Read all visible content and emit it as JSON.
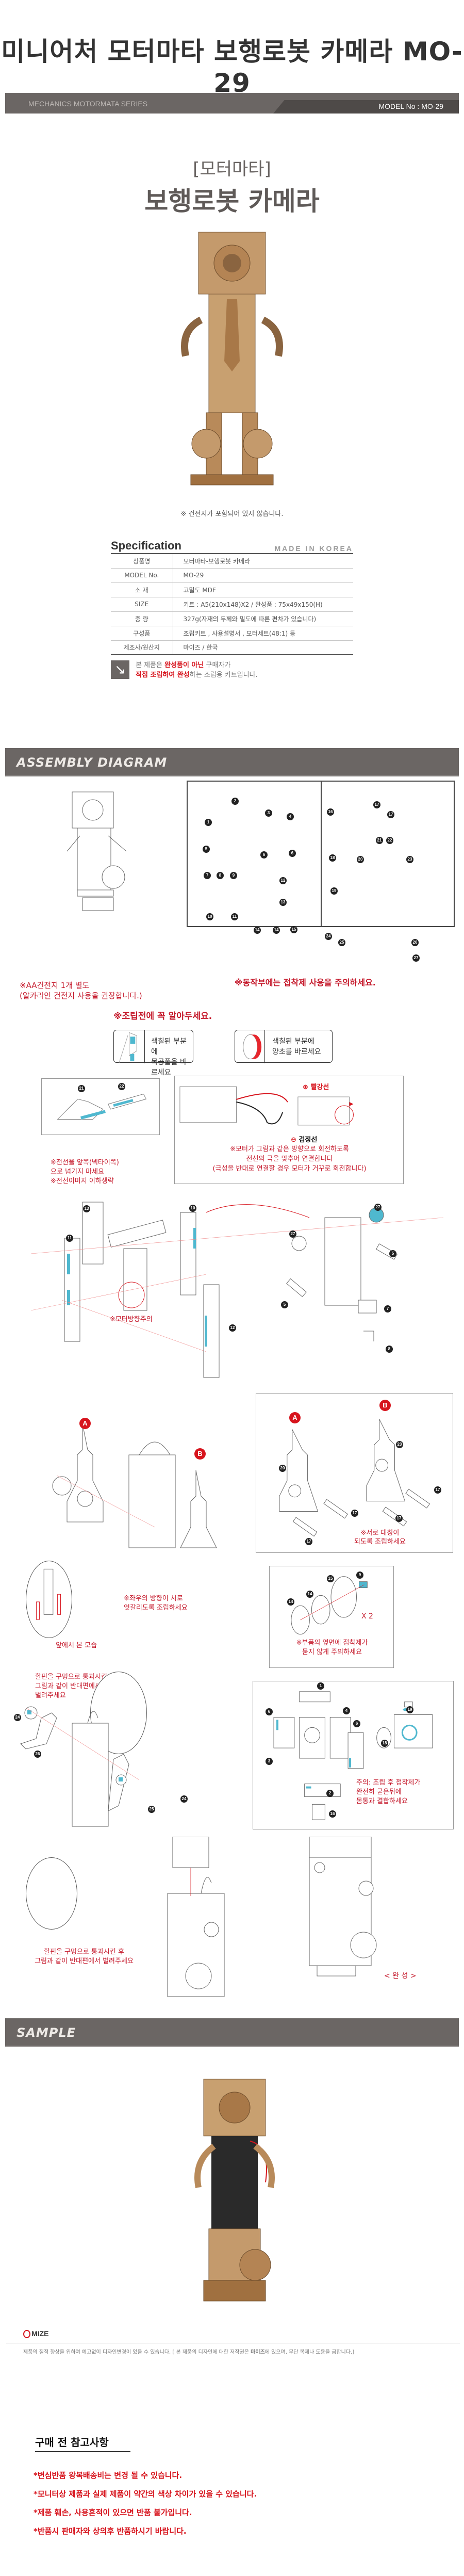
{
  "header": {
    "title": "미니어처 모터마타 보행로봇 카메라 MO-29",
    "series": "MECHANICS MOTORMATA SERIES",
    "model_label": "MODEL No : MO-29"
  },
  "hero": {
    "category": "[모터마타]",
    "product_name": "보행로봇 카메라",
    "battery_note": "※ 건전지가 포함되어 있지 않습니다."
  },
  "spec": {
    "title": "Specification",
    "made_in": "MADE IN KOREA",
    "rows": [
      {
        "key": "상품명",
        "value": "모터마타-보행로봇 카메라"
      },
      {
        "key": "MODEL No.",
        "value": "MO-29"
      },
      {
        "key": "소 재",
        "value": "고밀도 MDF"
      },
      {
        "key": "SIZE",
        "value": "키트 : A5(210x148)X2 / 완성품 : 75x49x150(H)"
      },
      {
        "key": "중 량",
        "value": "327g(자재의 두께와 밀도에 따른 편차가 있습니다)"
      },
      {
        "key": "구성품",
        "value": "조립키트 , 사용설명서 , 모터세트(48:1) 등"
      },
      {
        "key": "제조사/원산지",
        "value": "마이즈 / 한국"
      }
    ],
    "kit_note": {
      "line1_a": "본 제품은 ",
      "line1_red": "완성품이 아닌",
      "line1_b": " 구매자가",
      "line2_red": "직접 조립하여 완성",
      "line2_b": "하는 조립용 키트입니다."
    }
  },
  "assembly": {
    "section_title": "ASSEMBLY DIAGRAM",
    "battery_note_1": "※AA건전지 1개 별도",
    "battery_note_2": "(알카라인 건전지 사용을 권장합니다.)",
    "glue_warning": "※동작부에는 접착제 사용을 주의하세요.",
    "parts_left": [
      "1",
      "2",
      "3",
      "4",
      "5",
      "6",
      "6",
      "7",
      "8",
      "9",
      "10",
      "11",
      "12",
      "13",
      "14",
      "14",
      "15"
    ],
    "parts_right": [
      "16",
      "17",
      "17",
      "18",
      "19",
      "20",
      "21",
      "22",
      "23",
      "24",
      "25",
      "26",
      "27"
    ],
    "before_title": "※조립전에 꼭 알아두세요.",
    "tips": [
      {
        "line1": "색칠된 부분에",
        "line2": "목공풀을 바르세요"
      },
      {
        "line1": "색칠된 부분에",
        "line2": "양초를 바르세요"
      }
    ],
    "wire": {
      "plus": "빨강선",
      "minus": "검정선",
      "note1": "※모터가 그림과 같은 방향으로 회전하도록",
      "note2": "전선의 극을 맞추어 연결합니다",
      "note3": "(극성을 반대로 연결할 경우 모터가 거꾸로 회전합니다)"
    },
    "wire_route_note": [
      "※전선을 앞쪽(넥타이쪽)",
      "으로 넘기지 마세요",
      "※전선이미지 이하생략"
    ],
    "motor_dir_note": "※모터방향주의",
    "step1_parts": [
      "21",
      "22",
      "13",
      "11",
      "10",
      "12",
      "27",
      "27",
      "5",
      "5",
      "7",
      "8"
    ],
    "legs": {
      "badge_a": "A",
      "badge_b": "B",
      "symmetric_note1": "※서로 대칭이",
      "symmetric_note2": "되도록 조립하세요",
      "leg_parts": [
        "20",
        "23",
        "17",
        "17",
        "17",
        "17"
      ]
    },
    "front_view": {
      "offset_note1": "※좌우의 방향이 서로",
      "offset_note2": "엇갈리도록 조립하세요",
      "caption": "앞에서 본 모습"
    },
    "wheels": {
      "parts": [
        "14",
        "14",
        "15",
        "9"
      ],
      "multiplier": "X 2",
      "note1": "※부품의 옆면에 접착제가",
      "note2": "묻지 않게 주의하세요"
    },
    "pin_note_top": [
      "할핀을 구멍으로 통과시킨 후",
      "그림과 같이 반대편에서",
      "벌려주세요"
    ],
    "arm_parts": [
      "24",
      "26",
      "24",
      "25"
    ],
    "camera_box": {
      "parts": [
        "1",
        "6",
        "4",
        "6",
        "3",
        "2",
        "16",
        "19",
        "18"
      ],
      "note1": "주의: 조립 후 접착제가",
      "note2": "완전히 굳은뒤에",
      "note3": "몸통과 결합하세요"
    },
    "pin_note_bottom": [
      "할핀을 구멍으로 통과시킨 후",
      "그림과 같이 반대편에서 벌려주세요"
    ],
    "complete": "< 완 성 >"
  },
  "sample": {
    "section_title": "SAMPLE"
  },
  "footer": {
    "brand": "MIZE",
    "copyright_a": "제품의 질적 향상을 위하여 예고없이 디자인변경이 있을 수 있습니다. [ 본 제품의 디자인에 대한 저작권은 ",
    "copyright_bold": "마이즈",
    "copyright_b": "에 있으며, 무단 복제나 도용을 금합니다.]"
  },
  "purchase": {
    "title": "구매 전 참고사항",
    "items": [
      "*변심반품 왕복배송비는 변경 될 수 있습니다.",
      "*모니터상 제품과 실제 제품이 약간의 색상 차이가 있을 수 있습니다.",
      "*제품 훼손, 사용흔적이 있으면 반품 불가입니다.",
      "*반품시 판매자와 상의후 반품하시기 바랍니다."
    ]
  },
  "colors": {
    "accent_red": "#d7141d",
    "bar_gray": "#6b6664",
    "glue_blue": "#4fb8cf",
    "wood": "#c49a6c"
  }
}
